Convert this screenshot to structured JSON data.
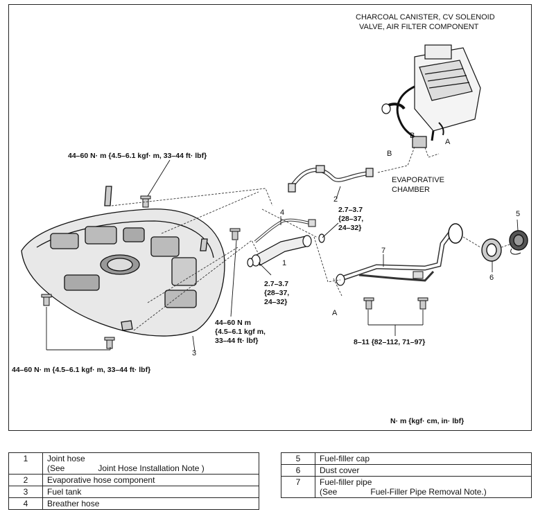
{
  "labels": {
    "canister_line1": "CHARCOAL CANISTER, CV SOLENOID",
    "canister_line2": "VALVE, AIR FILTER COMPONENT",
    "evap_line1": "EVAPORATIVE",
    "evap_line2": "CHAMBER",
    "ref_a_top": "A",
    "ref_b_top": "B",
    "ref_b_mid": "B",
    "ref_a_bottom": "A",
    "part_1": "1",
    "part_2": "2",
    "part_3": "3",
    "part_4": "4",
    "part_5": "5",
    "part_6": "6",
    "part_7": "7"
  },
  "torques": {
    "top_left": "44–60 N· m {4.5–6.1 kgf· m, 33–44 ft· lbf}",
    "bottom_left": "44–60 N· m {4.5–6.1 kgf· m, 33–44 ft· lbf}",
    "center_line1": "44–60 N m",
    "center_line2": "{4.5–6.1 kgf m,",
    "center_line3": "33–44 ft· lbf}",
    "clamp_upper_line1": "2.7–3.7",
    "clamp_upper_line2": "{28–37,",
    "clamp_upper_line3": "24–32}",
    "clamp_lower_line1": "2.7–3.7",
    "clamp_lower_line2": "{28–37,",
    "clamp_lower_line3": "24–32}",
    "filler_bolts": "8–11 {82–112, 71–97}",
    "units": "N· m {kgf· cm, in· lbf}"
  },
  "parts_table_left": [
    {
      "num": "1",
      "name": "Joint hose",
      "see": "(See",
      "ref": "Joint Hose Installation Note )"
    },
    {
      "num": "2",
      "name": "Evaporative hose component"
    },
    {
      "num": "3",
      "name": "Fuel tank"
    },
    {
      "num": "4",
      "name": "Breather hose"
    }
  ],
  "parts_table_right": [
    {
      "num": "5",
      "name": "Fuel-filler cap"
    },
    {
      "num": "6",
      "name": "Dust cover"
    },
    {
      "num": "7",
      "name": "Fuel-filler pipe",
      "see": "(See",
      "ref": "Fuel-Filler Pipe Removal Note.)"
    }
  ]
}
